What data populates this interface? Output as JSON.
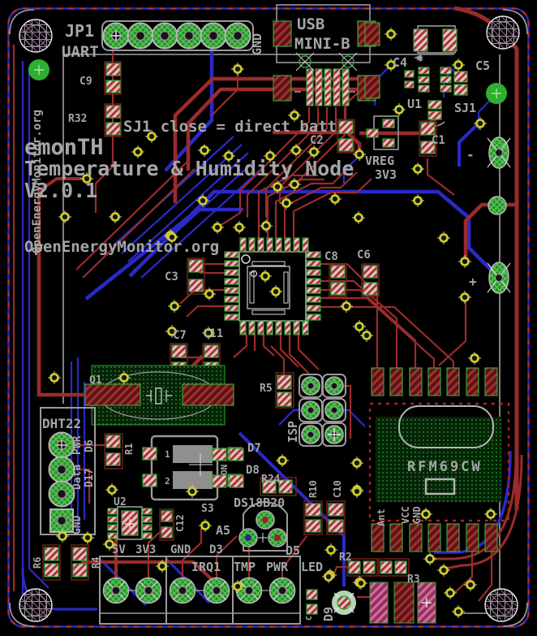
{
  "board": {
    "title_line1": "emonTH",
    "title_line2": "Temperature & Humidity Node",
    "title_line3": "V2.0.1",
    "org": "OpenEnergyMonitor.org",
    "org_side": "OpenEnergyMonitor.org",
    "sj1_note": "SJ1 close = direct batt"
  },
  "colors": {
    "trace_top": "#9b2b2b",
    "trace_bottom": "#2a2ac8",
    "silkscreen": "#a6a6a6",
    "via_ring": "#cbcb28",
    "pad_green": "#2f9e2f"
  },
  "header": {
    "jp1": "JP1",
    "uart": "UART",
    "gnd": "GND",
    "usb_line1": "USB",
    "usb_line2": "MINI-B"
  },
  "power": {
    "c9": "C9",
    "r32": "R32",
    "c4": "C4",
    "c5": "C5",
    "u1": "U1",
    "sj1": "SJ1",
    "c2": "C2",
    "c1": "C1",
    "vreg": "VREG",
    "v33": "3V3",
    "plus": "+",
    "minus": "-",
    "star": "*"
  },
  "mcu": {
    "c3": "C3",
    "c8": "C8",
    "c6": "C6",
    "c7": "C7",
    "c11": "C11"
  },
  "sensor": {
    "dht22": "DHT22",
    "pwr": "PWR",
    "data": "Data",
    "gnd": "GND",
    "d6": "D6",
    "d17": "D17",
    "r1": "R1",
    "q1": "Q1"
  },
  "switch": {
    "s3": "S3",
    "on": "ON",
    "p1": "1",
    "p2": "2"
  },
  "misc": {
    "u2": "U2",
    "c12": "C12",
    "d7": "D7",
    "d8": "D8",
    "r24": "R24",
    "ds18b20": "DS18B20",
    "a5": "A5",
    "d5": "D5",
    "isp": "ISP",
    "r5": "R5",
    "r10": "R10",
    "c10": "C10"
  },
  "radio": {
    "rfm": "RFM69CW",
    "ant": "Ant",
    "vcc": "VCC",
    "gnd": "GND"
  },
  "bottom": {
    "v5": "5V",
    "v33": "3V3",
    "gnd": "GND",
    "d3": "D3",
    "irq1": "IRQ1",
    "tmp": "TMP",
    "pwr": "PWR",
    "led": "LED",
    "r6": "R6",
    "r4": "R4",
    "r2": "R2",
    "r3": "R3",
    "d9": "D9",
    "c": "C"
  }
}
